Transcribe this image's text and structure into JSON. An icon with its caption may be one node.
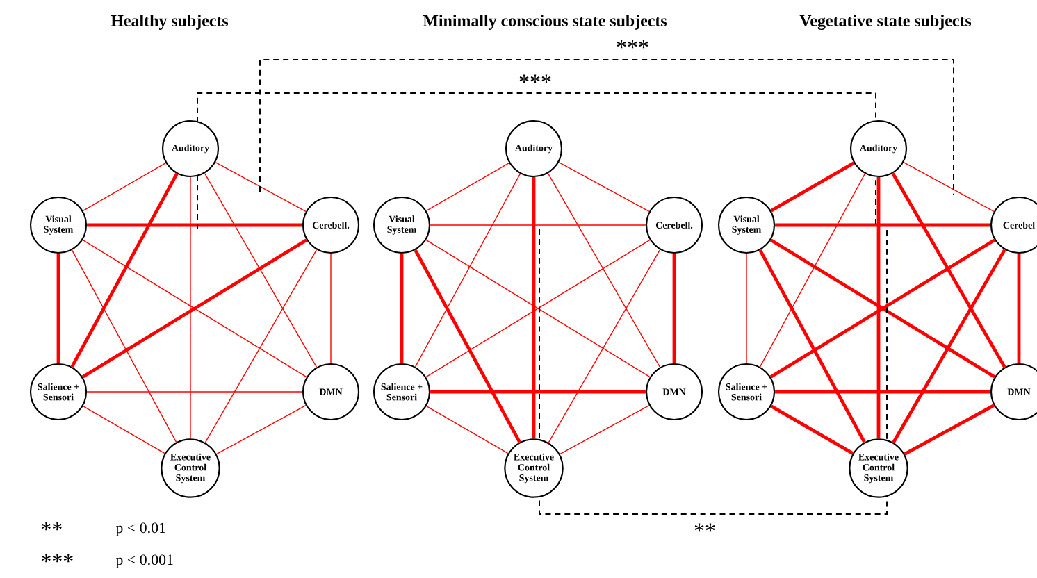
{
  "diagram": {
    "nodes": [
      {
        "text": [
          "Auditory"
        ]
      },
      {
        "text": [
          "Visual System"
        ]
      },
      {
        "text": [
          "Cerebell."
        ]
      },
      {
        "text": [
          "Salience + Sensori"
        ]
      },
      {
        "text": [
          "DMN"
        ]
      },
      {
        "text": [
          "Executive Control System"
        ]
      },
      {
        "text": [
          "Auditory"
        ]
      },
      {
        "text": [
          "Visual System"
        ]
      },
      {
        "text": [
          "Cerebell."
        ]
      },
      {
        "text": [
          "Salience + Sensori"
        ]
      },
      {
        "text": [
          "DMN"
        ]
      },
      {
        "text": [
          "Executive Control System"
        ]
      },
      {
        "text": [
          "Auditory"
        ]
      },
      {
        "text": [
          "Visual System"
        ]
      },
      {
        "text": [
          "Cerebel"
        ]
      },
      {
        "text": [
          "Salience + Sensori"
        ]
      },
      {
        "text": [
          "DMN"
        ]
      },
      {
        "text": [
          "Executive Control System"
        ]
      }
    ],
    "edges": [
      {
        "from": 0,
        "to": 1,
        "arrow": "none"
      },
      {
        "from": 0,
        "to": 2,
        "arrow": "none"
      },
      {
        "from": 0,
        "to": 3,
        "arrow": "none",
        "style": "thick"
      },
      {
        "from": 0,
        "to": 4,
        "arrow": "none"
      },
      {
        "from": 0,
        "to": 5,
        "arrow": "none"
      },
      {
        "from": 1,
        "to": 2,
        "arrow": "none",
        "style": "thick"
      },
      {
        "from": 1,
        "to": 3,
        "arrow": "none",
        "style": "thick"
      },
      {
        "from": 1,
        "to": 4,
        "arrow": "none"
      },
      {
        "from": 1,
        "to": 5,
        "arrow": "none"
      },
      {
        "from": 2,
        "to": 3,
        "arrow": "none",
        "style": "thick"
      },
      {
        "from": 2,
        "to": 4,
        "arrow": "none"
      },
      {
        "from": 2,
        "to": 5,
        "arrow": "none"
      },
      {
        "from": 3,
        "to": 4,
        "arrow": "none"
      },
      {
        "from": 3,
        "to": 5,
        "arrow": "none"
      },
      {
        "from": 4,
        "to": 5,
        "arrow": "none"
      },
      {
        "from": 6,
        "to": 7,
        "arrow": "none"
      },
      {
        "from": 6,
        "to": 8,
        "arrow": "none"
      },
      {
        "from": 6,
        "to": 9,
        "arrow": "none"
      },
      {
        "from": 6,
        "to": 10,
        "arrow": "none"
      },
      {
        "from": 6,
        "to": 11,
        "arrow": "none",
        "style": "thick"
      },
      {
        "from": 7,
        "to": 8,
        "arrow": "none"
      },
      {
        "from": 7,
        "to": 9,
        "arrow": "none",
        "style": "thick"
      },
      {
        "from": 7,
        "to": 10,
        "arrow": "none"
      },
      {
        "from": 7,
        "to": 11,
        "arrow": "none",
        "style": "thick"
      },
      {
        "from": 8,
        "to": 9,
        "arrow": "none"
      },
      {
        "from": 8,
        "to": 10,
        "arrow": "none",
        "style": "thick"
      },
      {
        "from": 8,
        "to": 11,
        "arrow": "none"
      },
      {
        "from": 9,
        "to": 10,
        "arrow": "none",
        "style": "thick"
      },
      {
        "from": 9,
        "to": 11,
        "arrow": "none"
      },
      {
        "from": 10,
        "to": 11,
        "arrow": "none"
      },
      {
        "from": 12,
        "to": 13,
        "arrow": "none",
        "style": "thick"
      },
      {
        "from": 12,
        "to": 14,
        "arrow": "none"
      },
      {
        "from": 12,
        "to": 15,
        "arrow": "none"
      },
      {
        "from": 12,
        "to": 16,
        "arrow": "none",
        "style": "thick"
      },
      {
        "from": 12,
        "to": 17,
        "arrow": "none",
        "style": "thick"
      },
      {
        "from": 13,
        "to": 14,
        "arrow": "none",
        "style": "thick"
      },
      {
        "from": 13,
        "to": 15,
        "arrow": "none"
      },
      {
        "from": 13,
        "to": 16,
        "arrow": "none",
        "style": "thick"
      },
      {
        "from": 13,
        "to": 17,
        "arrow": "none",
        "style": "thick"
      },
      {
        "from": 14,
        "to": 15,
        "arrow": "none",
        "style": "thick"
      },
      {
        "from": 14,
        "to": 16,
        "arrow": "none",
        "style": "thick"
      },
      {
        "from": 14,
        "to": 17,
        "arrow": "none",
        "style": "thick"
      },
      {
        "from": 15,
        "to": 16,
        "arrow": "none",
        "style": "thick"
      },
      {
        "from": 15,
        "to": 17,
        "arrow": "none",
        "style": "thick"
      },
      {
        "from": 16,
        "to": 17,
        "arrow": "none",
        "style": "thick"
      }
    ],
    "labels": [
      "Healthy subjects",
      "Minimally conscious state subjects",
      "Vegetative state subjects",
      "***",
      "***",
      "**",
      "**",
      "p < 0.01",
      "***",
      "p < 0.001"
    ]
  }
}
